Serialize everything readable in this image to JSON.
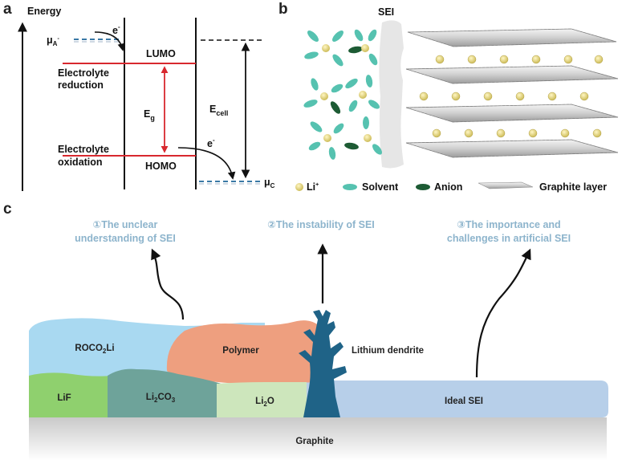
{
  "panel_a": {
    "label": "a",
    "y_axis": "Energy",
    "mu_a_main": "μ",
    "mu_a_sub": "A",
    "electron": "e",
    "electron_sup": "-",
    "lumo": "LUMO",
    "homo": "HOMO",
    "reduction_line1": "Electrolyte",
    "reduction_line2": "reduction",
    "oxidation_line1": "Electrolyte",
    "oxidation_line2": "oxidation",
    "eg_main": "E",
    "eg_sub": "g",
    "ecell_main": "E",
    "ecell_sub": "cell",
    "mu_c_main": "μ",
    "mu_c_sub": "C",
    "red_color": "#d8282e"
  },
  "panel_b": {
    "label": "b",
    "sei": "SEI",
    "legend": {
      "li": "Li",
      "li_sup": "+",
      "solvent": "Solvent",
      "anion": "Anion",
      "graphite": "Graphite layer"
    },
    "colors": {
      "li": "#e6d878",
      "solvent": "#56c2b0",
      "anion": "#1d5b34"
    }
  },
  "panel_c": {
    "label": "c",
    "issue1_line1": "①The unclear",
    "issue1_line2": "understanding of SEI",
    "issue2": "②The instability of SEI",
    "issue3_line1": "③The importance and",
    "issue3_line2": "challenges in artificial SEI",
    "rocooli_pre": "ROCO",
    "rocooli_sub": "2",
    "rocooli_post": "Li",
    "polymer": "Polymer",
    "lithium_dendrite": "Lithium dendrite",
    "lif": "LiF",
    "li2co3_pre": "Li",
    "li2co3_sub": "2",
    "li2co3_post": "CO",
    "li2co3_sub2": "3",
    "li2o_pre": "Li",
    "li2o_sub": "2",
    "li2o_post": "O",
    "ideal_sei": "Ideal SEI",
    "graphite": "Graphite",
    "colors": {
      "rocooli": "#a9d9f1",
      "polymer": "#ee9f7f",
      "lif": "#8fd06e",
      "li2co3": "#6ea39a",
      "li2o": "#cde6bc",
      "ideal": "#b7cfe9",
      "dendrite": "#1f6387",
      "heading": "#8db4cc"
    }
  }
}
